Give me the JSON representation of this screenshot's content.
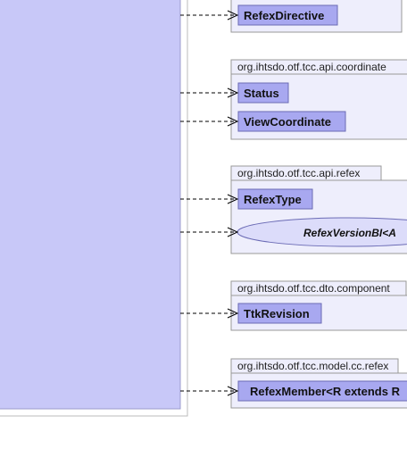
{
  "colors": {
    "main_class_fill": "#c8c8f8",
    "main_class_border": "#9b9bcc",
    "package_fill": "#eeeefc",
    "package_border": "#999999",
    "class_fill": "#a8a8f0",
    "class_border": "#6b6bb5",
    "interface_fill": "#dcdcfa",
    "line": "#000000"
  },
  "packages": [
    {
      "name": "",
      "classes": [
        {
          "label": "RefexDirective",
          "kind": "class"
        }
      ]
    },
    {
      "name": "org.ihtsdo.otf.tcc.api.coordinate",
      "classes": [
        {
          "label": "Status",
          "kind": "class"
        },
        {
          "label": "ViewCoordinate",
          "kind": "class"
        }
      ]
    },
    {
      "name": "org.ihtsdo.otf.tcc.api.refex",
      "classes": [
        {
          "label": "RefexType",
          "kind": "class"
        },
        {
          "label": "RefexVersionBI<A",
          "kind": "interface"
        }
      ]
    },
    {
      "name": "org.ihtsdo.otf.tcc.dto.component",
      "classes": [
        {
          "label": "TtkRevision",
          "kind": "class"
        }
      ]
    },
    {
      "name": "org.ihtsdo.otf.tcc.model.cc.refex",
      "classes": [
        {
          "label": "RefexMember<R extends R",
          "kind": "class"
        }
      ]
    }
  ]
}
